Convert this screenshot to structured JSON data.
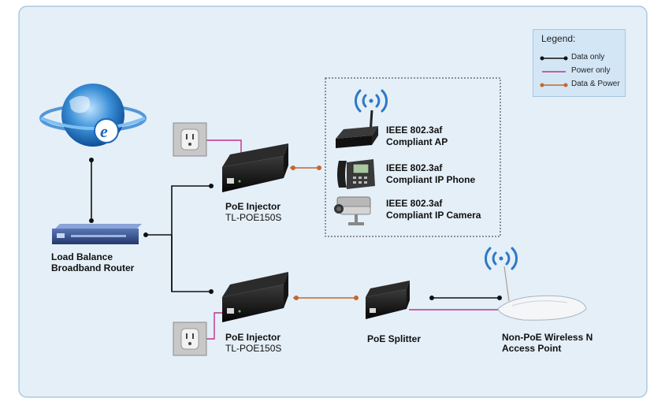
{
  "legend": {
    "title": "Legend:",
    "items": [
      {
        "label": "Data only",
        "color": "#111111"
      },
      {
        "label": "Power only",
        "color": "#c2318a"
      },
      {
        "label": "Data & Power",
        "color": "#c8652a"
      }
    ]
  },
  "devices": {
    "router": {
      "line1": "Load Balance",
      "line2": "Broadband Router"
    },
    "injector_top": {
      "line1": "PoE Injector",
      "line2": "TL-POE150S"
    },
    "injector_bottom": {
      "line1": "PoE Injector",
      "line2": "TL-POE150S"
    },
    "splitter": {
      "label": "PoE Splitter"
    },
    "nonpoe_ap": {
      "line1": "Non-PoE Wireless N",
      "line2": "Access Point"
    }
  },
  "poe_devices": [
    {
      "line1": "IEEE 802.3af",
      "line2": "Compliant AP"
    },
    {
      "line1": "IEEE 802.3af",
      "line2": "Compliant IP Phone"
    },
    {
      "line1": "IEEE 802.3af",
      "line2": "Compliant IP Camera"
    }
  ],
  "colors": {
    "panel_bg": "#e4eff8",
    "panel_border": "#9fbfdb",
    "data": "#111111",
    "power": "#c2318a",
    "data_power": "#c8652a"
  }
}
